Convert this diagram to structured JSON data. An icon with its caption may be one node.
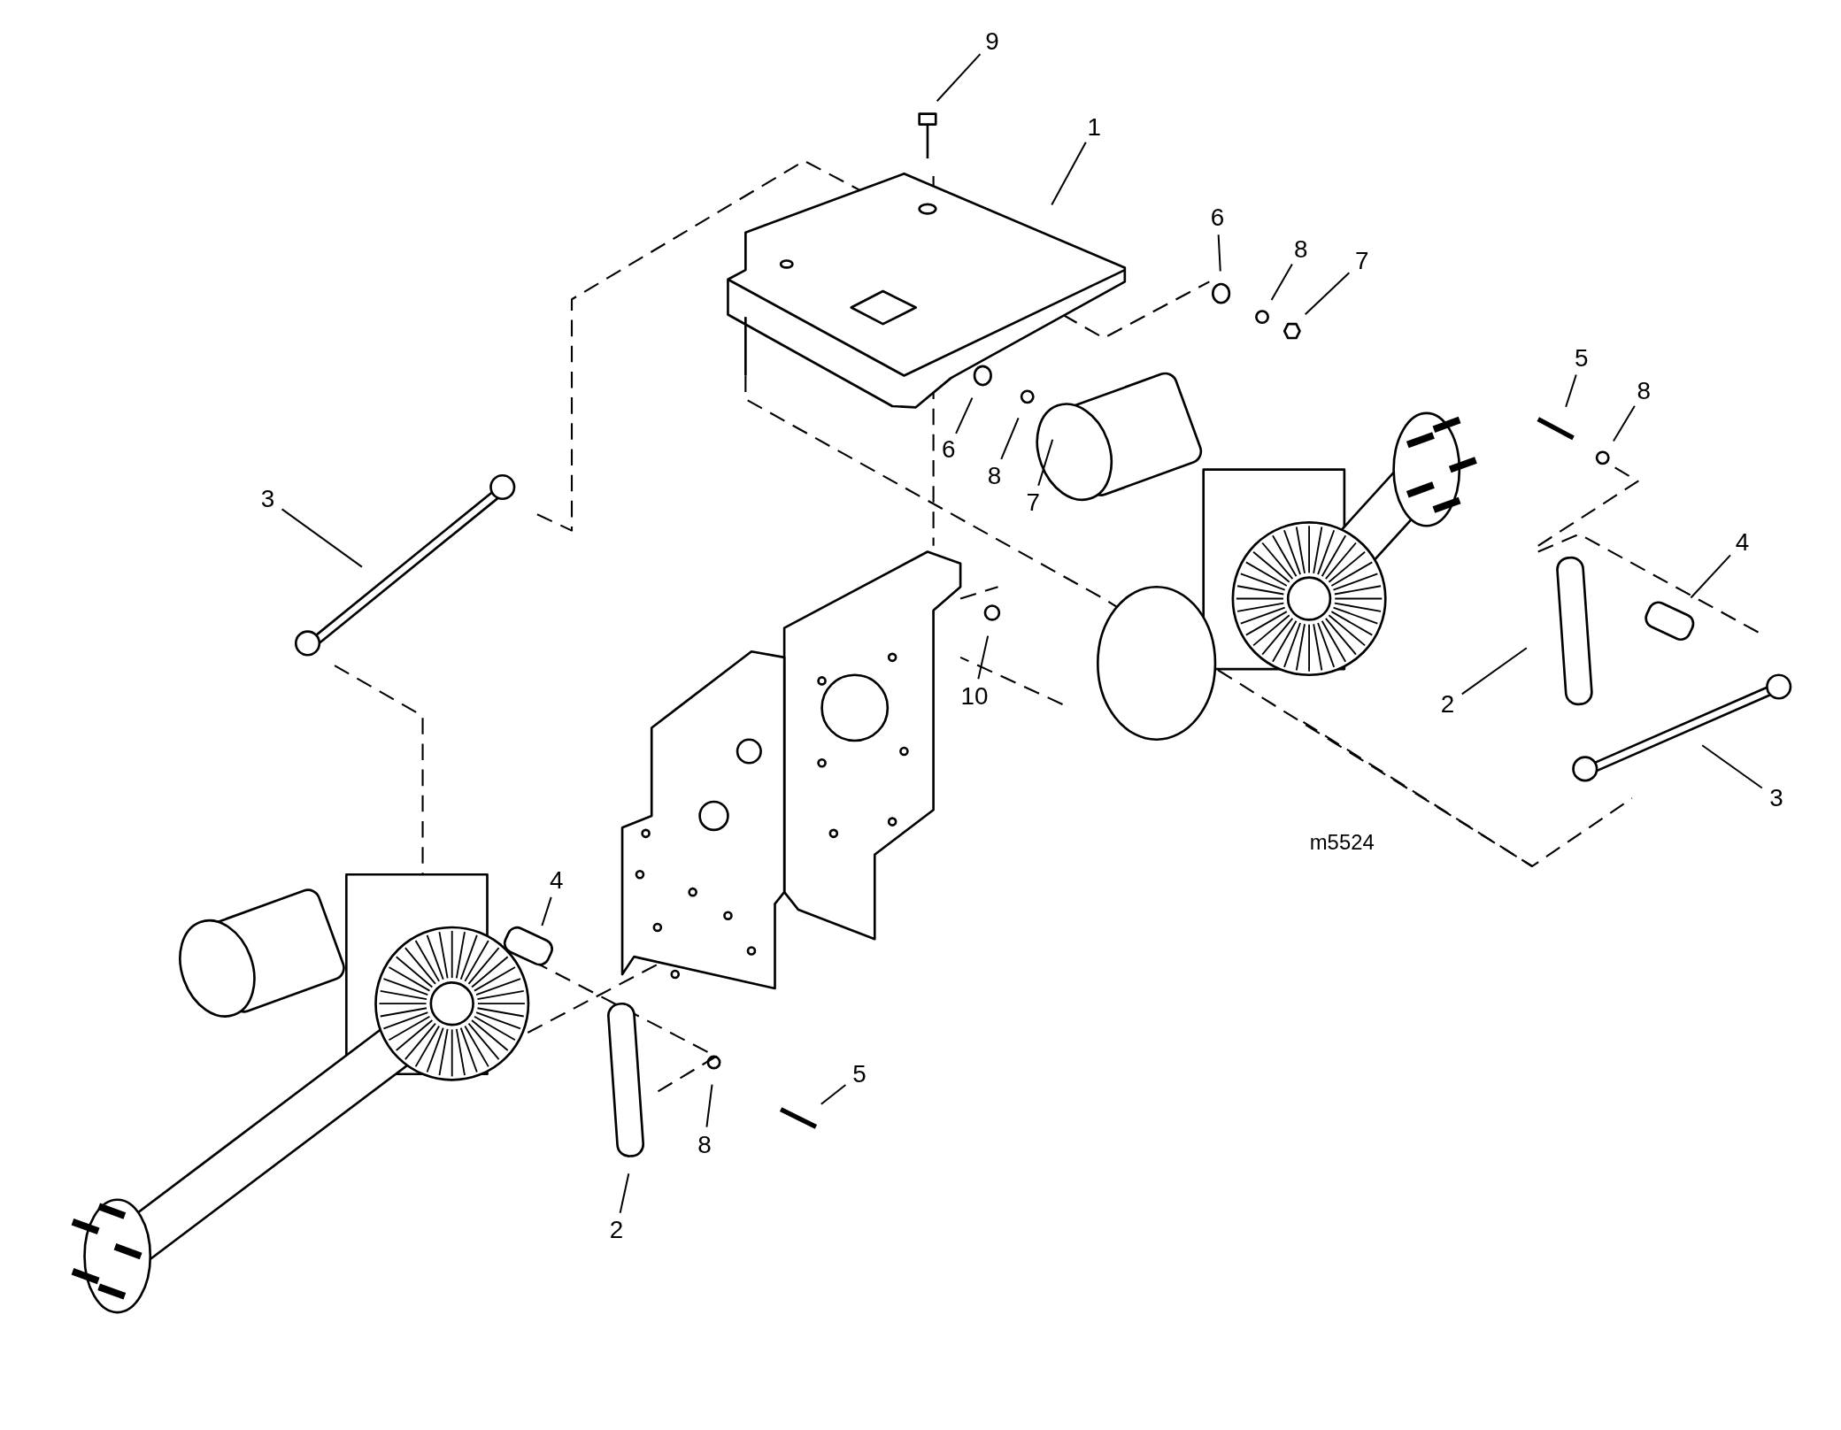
{
  "diagram": {
    "nodes": [
      {
        "text": [
          "9"
        ]
      },
      {
        "text": [
          "1"
        ]
      },
      {
        "text": [
          "6"
        ]
      },
      {
        "text": [
          "8"
        ]
      },
      {
        "text": [
          "7"
        ]
      },
      {
        "text": [
          "5"
        ]
      },
      {
        "text": [
          "8"
        ]
      },
      {
        "text": [
          "6"
        ]
      },
      {
        "text": [
          "8"
        ]
      },
      {
        "text": [
          "7"
        ]
      },
      {
        "text": [
          "3"
        ]
      },
      {
        "text": [
          "4"
        ]
      },
      {
        "text": [
          "10"
        ]
      },
      {
        "text": [
          "2"
        ]
      },
      {
        "text": [
          "3"
        ]
      },
      {
        "text": [
          "4"
        ]
      },
      {
        "text": [
          "5"
        ]
      },
      {
        "text": [
          "8"
        ]
      },
      {
        "text": [
          "2"
        ]
      }
    ],
    "edges": [
      {
        "from": 0,
        "to": null,
        "arrow": "none"
      },
      {
        "from": 1,
        "to": null,
        "arrow": "none"
      },
      {
        "from": 2,
        "to": null,
        "arrow": "none"
      },
      {
        "from": 3,
        "to": null,
        "arrow": "none"
      },
      {
        "from": 4,
        "to": null,
        "arrow": "none"
      },
      {
        "from": 5,
        "to": null,
        "arrow": "none"
      },
      {
        "from": 6,
        "to": null,
        "arrow": "none"
      },
      {
        "from": 7,
        "to": null,
        "arrow": "none"
      },
      {
        "from": 8,
        "to": null,
        "arrow": "none"
      },
      {
        "from": 9,
        "to": null,
        "arrow": "none"
      },
      {
        "from": 10,
        "to": null,
        "arrow": "none"
      },
      {
        "from": 11,
        "to": null,
        "arrow": "none"
      },
      {
        "from": 12,
        "to": null,
        "arrow": "none"
      },
      {
        "from": 13,
        "to": null,
        "arrow": "none"
      },
      {
        "from": 14,
        "to": null,
        "arrow": "none"
      },
      {
        "from": 15,
        "to": null,
        "arrow": "none"
      },
      {
        "from": 16,
        "to": null,
        "arrow": "none"
      },
      {
        "from": 17,
        "to": null,
        "arrow": "none"
      },
      {
        "from": 18,
        "to": null,
        "arrow": "none"
      }
    ],
    "labels": [
      "m5524"
    ]
  }
}
